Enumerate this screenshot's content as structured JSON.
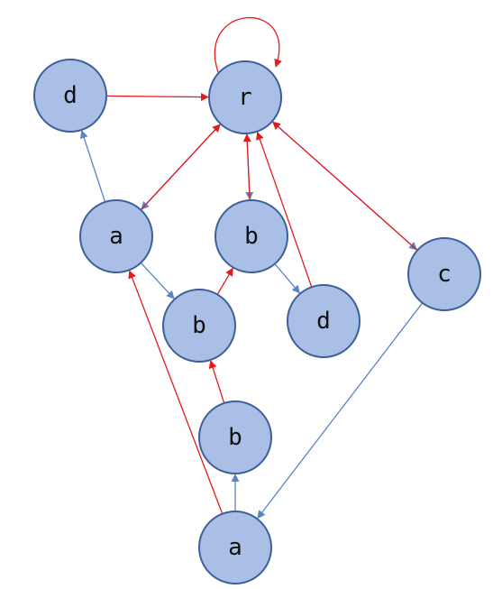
{
  "diagram": {
    "colors": {
      "node_fill": "#a9bfe6",
      "node_stroke": "#3d5f9a",
      "blue_edge": "#5b83c6",
      "red_edge": "#e41b1b"
    },
    "nodes": [
      {
        "id": "n_d_top",
        "label": "d"
      },
      {
        "id": "n_r",
        "label": "r"
      },
      {
        "id": "n_a_mid",
        "label": "a"
      },
      {
        "id": "n_b_right",
        "label": "b"
      },
      {
        "id": "n_c",
        "label": "c"
      },
      {
        "id": "n_b_center",
        "label": "b"
      },
      {
        "id": "n_d_low",
        "label": "d"
      },
      {
        "id": "n_b_low",
        "label": "b"
      },
      {
        "id": "n_a_bottom",
        "label": "a"
      }
    ],
    "edges": [
      {
        "from": "n_d_top",
        "to": "n_r",
        "color": "red"
      },
      {
        "from": "n_r",
        "to": "n_r",
        "color": "red",
        "self_loop": true
      },
      {
        "from": "n_r",
        "to": "n_a_mid",
        "color": "blue"
      },
      {
        "from": "n_r",
        "to": "n_b_right",
        "color": "blue"
      },
      {
        "from": "n_r",
        "to": "n_c",
        "color": "blue"
      },
      {
        "from": "n_a_mid",
        "to": "n_d_top",
        "color": "blue"
      },
      {
        "from": "n_a_mid",
        "to": "n_r",
        "color": "red"
      },
      {
        "from": "n_a_mid",
        "to": "n_b_center",
        "color": "blue"
      },
      {
        "from": "n_b_right",
        "to": "n_r",
        "color": "red"
      },
      {
        "from": "n_b_right",
        "to": "n_d_low",
        "color": "blue"
      },
      {
        "from": "n_d_low",
        "to": "n_r",
        "color": "red"
      },
      {
        "from": "n_c",
        "to": "n_r",
        "color": "red"
      },
      {
        "from": "n_c",
        "to": "n_a_bottom",
        "color": "blue"
      },
      {
        "from": "n_b_center",
        "to": "n_b_right",
        "color": "red"
      },
      {
        "from": "n_b_low",
        "to": "n_b_center",
        "color": "red"
      },
      {
        "from": "n_a_bottom",
        "to": "n_b_low",
        "color": "blue"
      },
      {
        "from": "n_a_bottom",
        "to": "n_a_mid",
        "color": "red"
      }
    ]
  }
}
